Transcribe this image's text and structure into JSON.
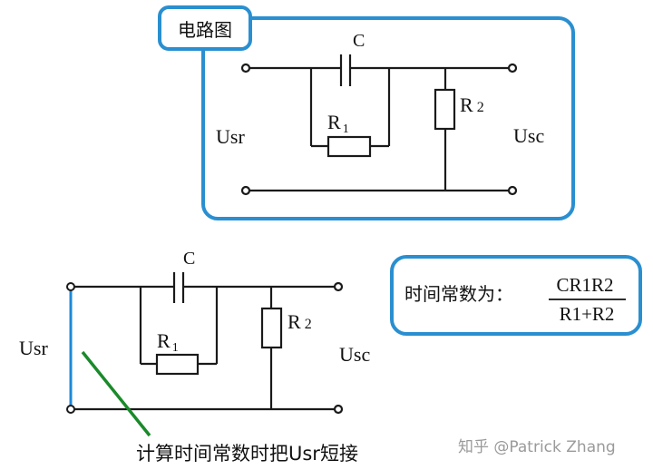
{
  "top_panel": {
    "title": "电路图",
    "cap_label": "C",
    "r1_main": "R",
    "r1_sub": "1",
    "r2_main": "R",
    "r2_sub": "2",
    "input_label": "Usr",
    "output_label": "Usc"
  },
  "bottom_circuit": {
    "cap_label": "C",
    "r1_main": "R",
    "r1_sub": "1",
    "r2_main": "R",
    "r2_sub": "2",
    "input_label": "Usr",
    "output_label": "Usc",
    "annotation": "计算时间常数时把Usr短接"
  },
  "formula": {
    "prefix": "时间常数为：",
    "numerator": "CR1R2",
    "denominator": "R1+R2"
  },
  "watermark": "知乎 @Patrick Zhang",
  "colors": {
    "panel_border": "#2a8fd0",
    "wire": "#1a1a1a",
    "short_wire": "#1e88d8",
    "pointer_line": "#1a8a2a"
  }
}
